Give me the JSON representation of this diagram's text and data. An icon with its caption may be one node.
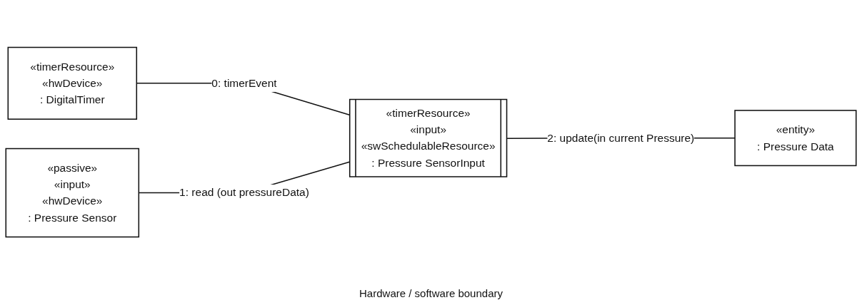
{
  "diagram": {
    "nodes": [
      {
        "text": [
          "«timerResource»",
          "«hwDevice»",
          ": DigitalTimer"
        ]
      },
      {
        "text": [
          "«passive»",
          "«input»",
          "«hwDevice»",
          ": Pressure Sensor"
        ]
      },
      {
        "text": [
          "«timerResource»",
          "«input»",
          "«swSchedulableResource»",
          ": Pressure SensorInput"
        ]
      },
      {
        "text": [
          "«entity»",
          ": Pressure Data"
        ]
      }
    ],
    "edges": [
      {
        "from": 0,
        "to": 2,
        "arrow": "none",
        "label": "0: timerEvent"
      },
      {
        "from": 1,
        "to": 2,
        "arrow": "none",
        "label": "1: read (out pressureData)"
      },
      {
        "from": 2,
        "to": 3,
        "arrow": "none",
        "label": "2: update(in current Pressure)"
      }
    ],
    "labels": [
      "Hardware / software boundary"
    ]
  }
}
